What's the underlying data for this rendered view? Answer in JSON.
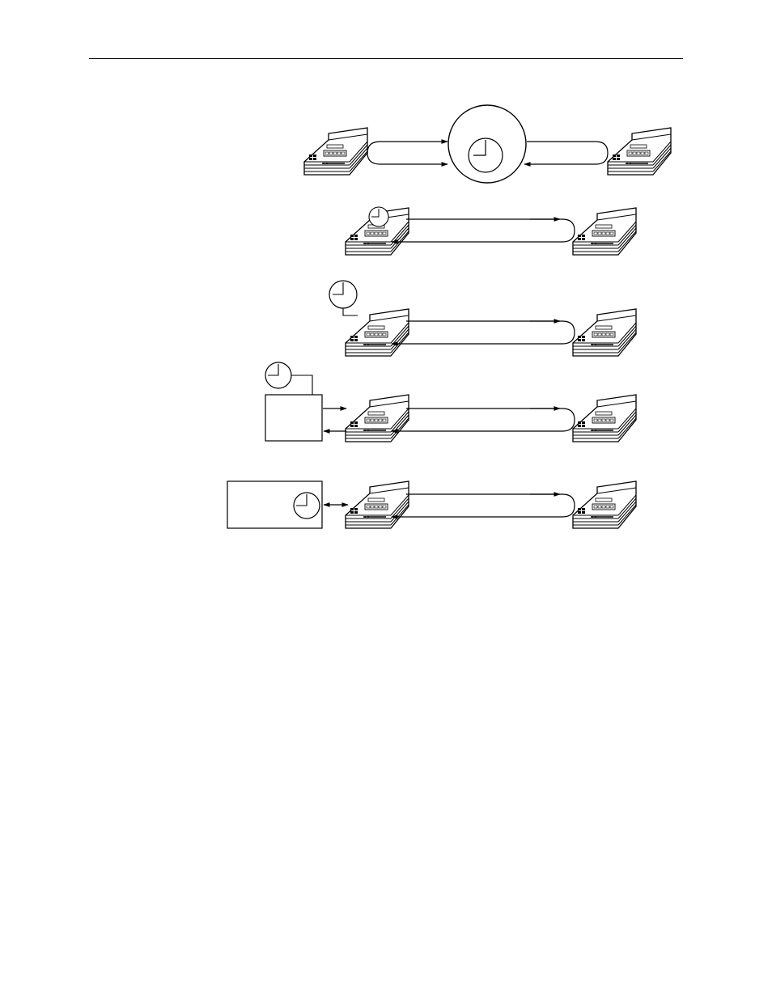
{
  "page": {
    "background": "#ffffff",
    "line_color": "#000000",
    "header_rule": true
  },
  "figure": {
    "type": "clocking-configurations",
    "rows": [
      {
        "id": "row1",
        "clock_source": "network",
        "left_device": "modem",
        "right_device": "modem",
        "links": 2
      },
      {
        "id": "row2",
        "clock_source": "internal",
        "left_device": "modem",
        "right_device": "modem",
        "links": 2
      },
      {
        "id": "row3",
        "clock_source": "external-clock",
        "left_device": "modem",
        "right_device": "modem",
        "links": 2
      },
      {
        "id": "row4",
        "clock_source": "attached-equipment-with-clock",
        "left_device": "modem",
        "right_device": "modem",
        "links": 2
      },
      {
        "id": "row5",
        "clock_source": "equipment-with-internal-clock",
        "left_device": "modem",
        "right_device": "modem",
        "links": 2
      }
    ],
    "icons": {
      "device": "modem-icon",
      "clock": "clock-icon",
      "network": "network-cloud-icon",
      "equipment": "equipment-box-icon"
    }
  }
}
